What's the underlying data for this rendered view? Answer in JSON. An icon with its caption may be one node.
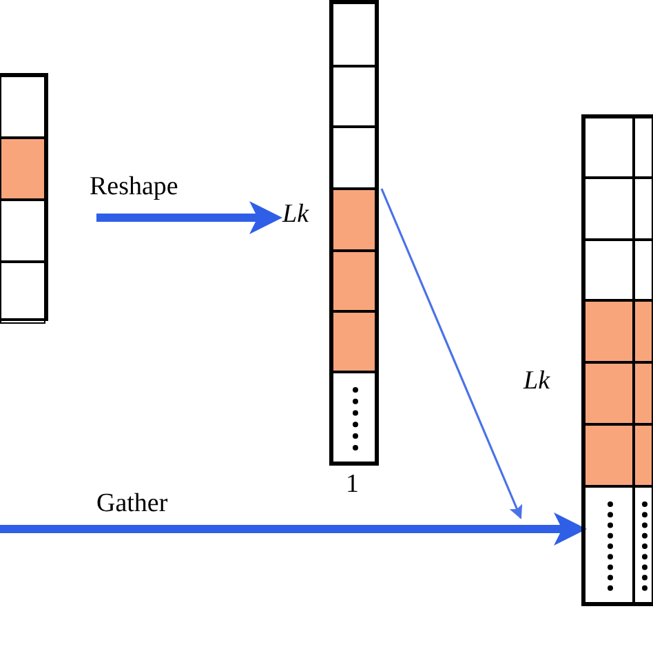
{
  "diagram": {
    "nodes": [
      {
        "text": [],
        "shape": "box"
      },
      {
        "text": [],
        "shape": "box",
        "beside": [
          "1"
        ]
      },
      {
        "text": [],
        "shape": "box"
      }
    ],
    "edges": [
      {
        "from": 0,
        "to": 1,
        "arrow": "to",
        "label": "Reshape"
      },
      {
        "from": null,
        "to": 2,
        "arrow": "to",
        "label": "Gather"
      },
      {
        "from": 1,
        "to": null,
        "arrow": "to",
        "color": "#4a72e8"
      }
    ],
    "labels": [
      "Lk",
      "Lk"
    ]
  }
}
